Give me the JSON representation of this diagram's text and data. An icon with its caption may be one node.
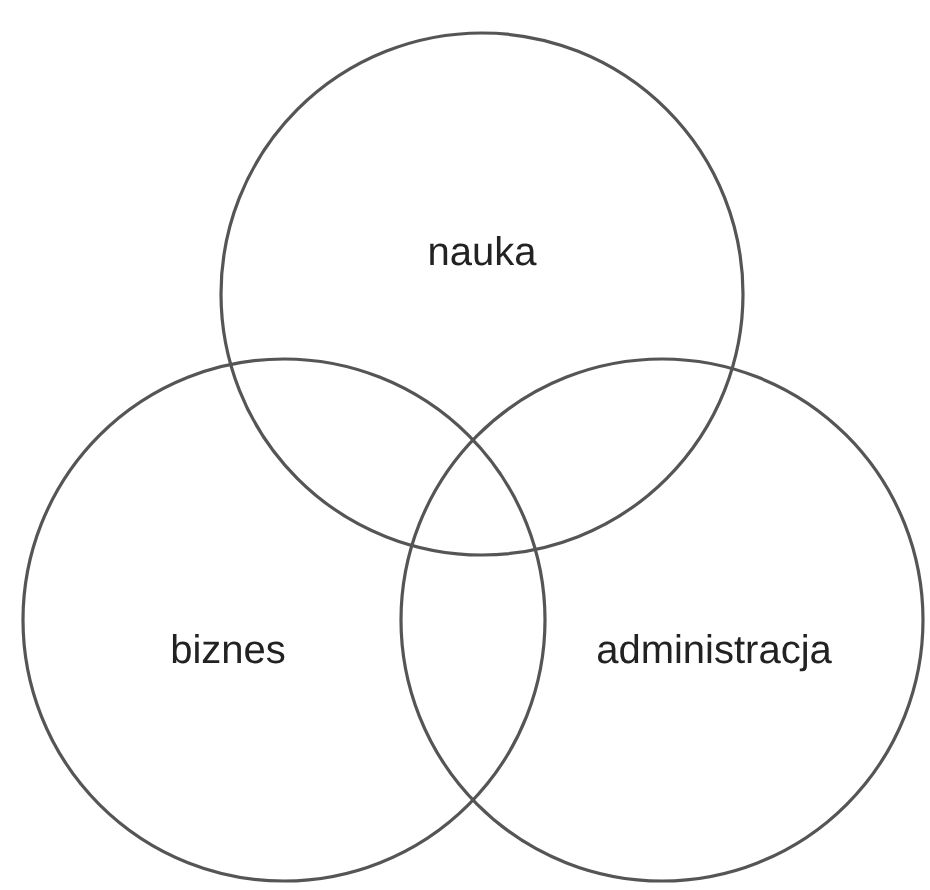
{
  "diagram": {
    "nodes": [
      {
        "text": [
          "nauka"
        ]
      },
      {
        "text": [
          "biznes"
        ]
      },
      {
        "text": [
          "administracja"
        ]
      }
    ]
  }
}
